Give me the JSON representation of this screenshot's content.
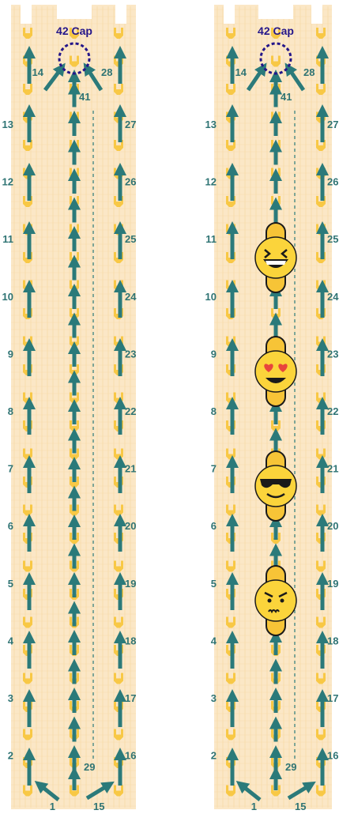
{
  "panels": [
    {
      "id": "left",
      "cap_label": "42 Cap",
      "left_column_numbers": [
        "14",
        "13",
        "12",
        "11",
        "10",
        "9",
        "8",
        "7",
        "6",
        "5",
        "4",
        "3",
        "2",
        "1"
      ],
      "right_column_numbers": [
        "28",
        "27",
        "26",
        "25",
        "24",
        "23",
        "22",
        "21",
        "20",
        "19",
        "18",
        "17",
        "16",
        "15"
      ],
      "center_top_number": "41",
      "center_bottom_number": "29",
      "emojis": []
    },
    {
      "id": "right",
      "cap_label": "42 Cap",
      "left_column_numbers": [
        "14",
        "13",
        "12",
        "11",
        "10",
        "9",
        "8",
        "7",
        "6",
        "5",
        "4",
        "3",
        "2",
        "1"
      ],
      "right_column_numbers": [
        "28",
        "27",
        "26",
        "25",
        "24",
        "23",
        "22",
        "21",
        "20",
        "19",
        "18",
        "17",
        "16",
        "15"
      ],
      "center_top_number": "41",
      "center_bottom_number": "29",
      "emojis": [
        {
          "name": "grinning-squint-emoji",
          "expression": "grin"
        },
        {
          "name": "heart-eyes-emoji",
          "expression": "hearts"
        },
        {
          "name": "sunglasses-emoji",
          "expression": "cool"
        },
        {
          "name": "angry-emoji",
          "expression": "angry"
        }
      ]
    }
  ],
  "colors": {
    "strip_bg": "#fbe7c6",
    "stitch_line": "#f5d49a",
    "stitch_yellow": "#f7c437",
    "arrow": "#2b7a7a",
    "label": "#2f7474",
    "cap_ring": "#24168a",
    "emoji_face": "#fbd43b"
  }
}
